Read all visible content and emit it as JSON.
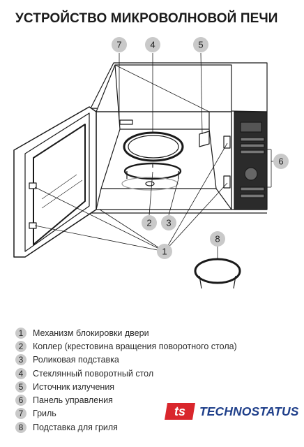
{
  "title": "УСТРОЙСТВО МИКРОВОЛНОВОЙ ПЕЧИ",
  "callouts": [
    {
      "number": "7"
    },
    {
      "number": "4"
    },
    {
      "number": "5"
    },
    {
      "number": "6"
    },
    {
      "number": "2"
    },
    {
      "number": "3"
    },
    {
      "number": "1"
    },
    {
      "number": "8"
    }
  ],
  "legend": [
    {
      "number": "1",
      "text": "Механизм блокировки двери"
    },
    {
      "number": "2",
      "text": "Коплер (крестовина вращения поворотного стола)"
    },
    {
      "number": "3",
      "text": "Роликовая подставка"
    },
    {
      "number": "4",
      "text": "Стеклянный поворотный стол"
    },
    {
      "number": "5",
      "text": "Источник излучения"
    },
    {
      "number": "6",
      "text": "Панель управления"
    },
    {
      "number": "7",
      "text": "Гриль"
    },
    {
      "number": "8",
      "text": "Подставка для гриля"
    }
  ],
  "brand": {
    "name": "TECHNOSTATUS",
    "logo_icon": "ts-logo-icon",
    "logo_text": "ts"
  },
  "colors": {
    "badge": "#c9c9c9",
    "brand_blue": "#1f3f8a",
    "brand_red": "#d9262c",
    "line": "#1a1a1a"
  }
}
